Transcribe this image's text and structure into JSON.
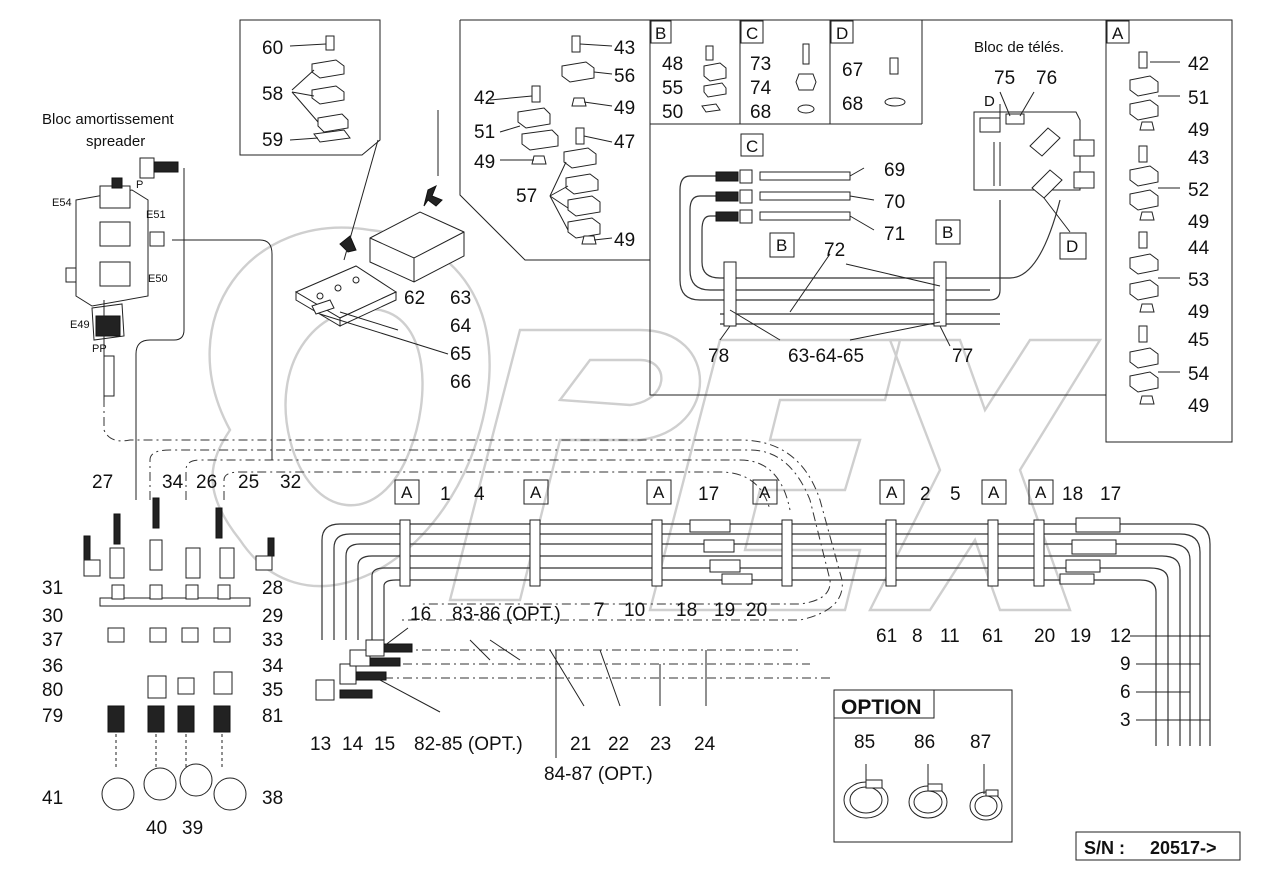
{
  "header_labels": {
    "bloc_amortissement": [
      "Bloc amortissement",
      "spreader"
    ],
    "bloc_teles": "Bloc de télés.",
    "option_title": "OPTION"
  },
  "serial": {
    "label": "S/N :",
    "value": "20517->"
  },
  "watermark": "OPEX",
  "detail_letters": [
    "A",
    "B",
    "C",
    "D"
  ],
  "valve_labels": [
    "E54",
    "E51",
    "E50",
    "E49",
    "P",
    "PP"
  ],
  "callouts": {
    "box1": [
      "60",
      "58",
      "59"
    ],
    "box2": [
      "43",
      "56",
      "49",
      "42",
      "51",
      "49",
      "47",
      "57",
      "49"
    ],
    "box_b": [
      "48",
      "55",
      "50"
    ],
    "box_c": [
      "73",
      "74",
      "68"
    ],
    "box_d": [
      "67",
      "68"
    ],
    "bloc_teles": [
      "75",
      "76",
      "D"
    ],
    "hoses": [
      "69",
      "70",
      "71"
    ],
    "clamps": [
      "72",
      "78",
      "63-64-65",
      "77"
    ],
    "column_a": [
      "42",
      "51",
      "49",
      "43",
      "52",
      "49",
      "44",
      "53",
      "49",
      "45",
      "54",
      "49"
    ],
    "bracket": [
      "62",
      "63",
      "64",
      "65",
      "66"
    ],
    "left_fittings": [
      "27",
      "34",
      "26",
      "25",
      "32",
      "31",
      "28",
      "30",
      "29",
      "37",
      "33",
      "36",
      "34",
      "80",
      "35",
      "79",
      "81",
      "41",
      "40",
      "39",
      "38"
    ],
    "main_lines": [
      "1",
      "4",
      "17",
      "2",
      "5",
      "18",
      "17",
      "7",
      "10",
      "18",
      "19",
      "20",
      "61",
      "8",
      "11",
      "61",
      "20",
      "19",
      "16",
      "83-86 (OPT.)",
      "12",
      "9",
      "6",
      "3",
      "13",
      "14",
      "15",
      "82-85 (OPT.)",
      "21",
      "22",
      "23",
      "24",
      "84-87 (OPT.)"
    ],
    "option": [
      "85",
      "86",
      "87"
    ]
  }
}
